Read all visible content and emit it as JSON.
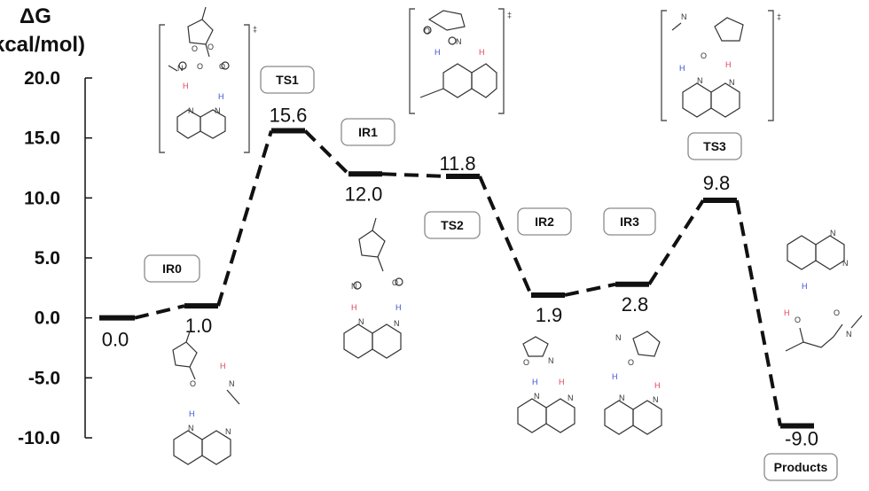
{
  "axis": {
    "title_line1": "ΔG",
    "title_line2": "(kcal/mol)",
    "ticks": [
      "20.0",
      "15.0",
      "10.0",
      "5.0",
      "0.0",
      "-5.0",
      "-10.0"
    ],
    "ylim": [
      -10,
      20
    ]
  },
  "levels": [
    {
      "id": "reactants",
      "value": 0.0,
      "label": "0.0",
      "box": ""
    },
    {
      "id": "IR0",
      "value": 1.0,
      "label": "1.0",
      "box": "IR0"
    },
    {
      "id": "TS1",
      "value": 15.6,
      "label": "15.6",
      "box": "TS1"
    },
    {
      "id": "IR1",
      "value": 12.0,
      "label": "12.0",
      "box": "IR1"
    },
    {
      "id": "TS2",
      "value": 11.8,
      "label": "11.8",
      "box": "TS2"
    },
    {
      "id": "IR2",
      "value": 1.9,
      "label": "1.9",
      "box": "IR2"
    },
    {
      "id": "IR3",
      "value": 2.8,
      "label": "2.8",
      "box": "IR3"
    },
    {
      "id": "TS3",
      "value": 9.8,
      "label": "9.8",
      "box": "TS3"
    },
    {
      "id": "products",
      "value": -9.0,
      "label": "-9.0",
      "box": "Products"
    }
  ],
  "colors": {
    "line": "#111111",
    "H_red": "#e0405a",
    "H_blue": "#3a4fd0",
    "box_border": "#8a8a8a"
  },
  "structures": [
    {
      "id": "ts1-structure",
      "name": "ts1-complex"
    },
    {
      "id": "ir0-structure",
      "name": "ir0-complex"
    },
    {
      "id": "ir1-structure",
      "name": "ir1-complex"
    },
    {
      "id": "ts2-structure",
      "name": "ts2-complex"
    },
    {
      "id": "ir2-structure",
      "name": "ir2-complex"
    },
    {
      "id": "ir3-structure",
      "name": "ir3-complex"
    },
    {
      "id": "ts3-structure",
      "name": "ts3-complex"
    },
    {
      "id": "products-structure",
      "name": "products"
    }
  ]
}
